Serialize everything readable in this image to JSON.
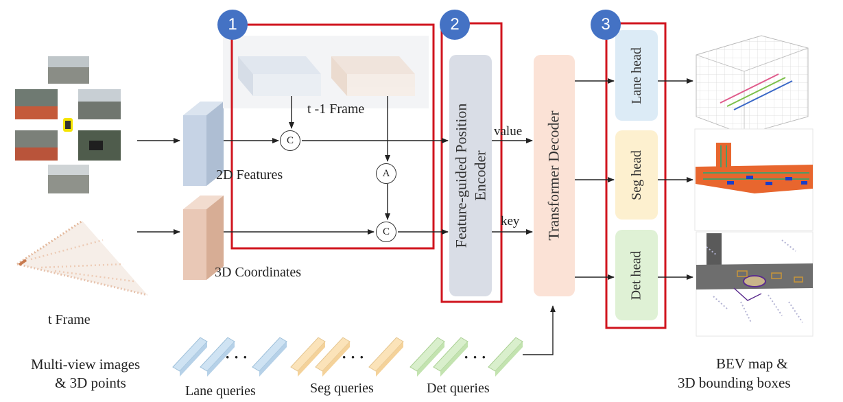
{
  "badges": {
    "b1": "1",
    "b2": "2",
    "b3": "3"
  },
  "inputs": {
    "t_frame": "t  Frame",
    "caption_line1": "Multi-view images",
    "caption_line2": "& 3D points"
  },
  "features": {
    "feat2d": "2D Features",
    "coords3d": "3D Coordinates",
    "prev_frame": "t -1 Frame"
  },
  "ops": {
    "concat1": "C",
    "concat2": "C",
    "align": "A"
  },
  "encoder": {
    "label_line1": "Feature-guided Position",
    "label_line2": "Encoder"
  },
  "edges": {
    "value": "value",
    "key": "key"
  },
  "decoder": {
    "label": "Transformer  Decoder"
  },
  "heads": {
    "lane": "Lane head",
    "seg": "Seg head",
    "det": "Det head"
  },
  "queries": {
    "lane": "Lane queries",
    "seg": "Seg queries",
    "det": "Det queries",
    "ellipsis": "· · ·"
  },
  "outputs": {
    "caption_line1": "BEV map &",
    "caption_line2": "3D bounding boxes"
  },
  "colors": {
    "highlight_box": "#d0141e",
    "badge": "#4472c4",
    "lane_query": "#cfe3f3",
    "seg_query": "#fbe3b9",
    "det_query": "#d9efcc",
    "feature_2d": "#c6d3e5",
    "coord_3d": "#e9c8b6",
    "encoder": "#d9dde6",
    "decoder": "#fbe2d6"
  }
}
